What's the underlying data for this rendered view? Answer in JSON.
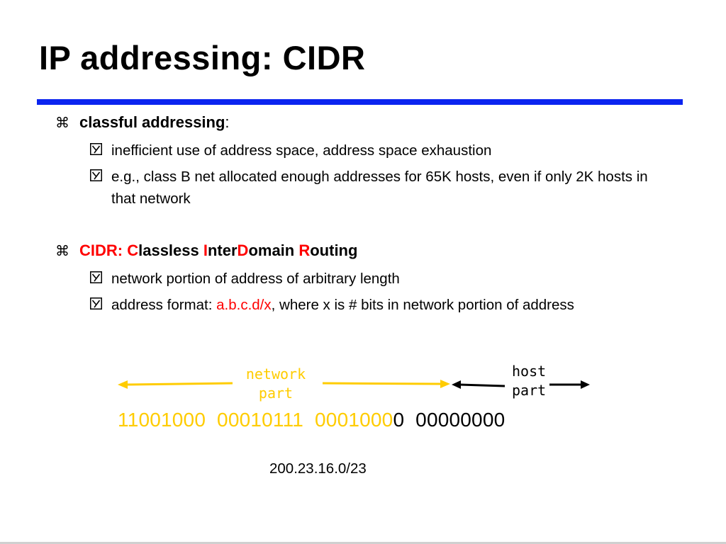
{
  "title": "IP addressing: CIDR",
  "colors": {
    "rule": "#0b24f0",
    "highlight_red": "#ff0000",
    "highlight_yellow": "#ffcc00"
  },
  "icons": {
    "level1_bullet": "command-key-icon",
    "level2_bullet": "checkbox-y-icon"
  },
  "section1": {
    "marker": "⌘",
    "heading": "classful addressing",
    "heading_suffix": ":",
    "items": [
      "inefficient use of address space, address space exhaustion",
      "e.g., class B net allocated enough addresses for 65K hosts, even if only 2K hosts in that network"
    ]
  },
  "section2": {
    "marker": "⌘",
    "heading_prefix": "CIDR: ",
    "heading_parts": [
      {
        "letter": "C",
        "rest": "lassless "
      },
      {
        "letter": "I",
        "rest": "nter"
      },
      {
        "letter": "D",
        "rest": "omain "
      },
      {
        "letter": "R",
        "rest": "outing"
      }
    ],
    "item1": "network portion of address of arbitrary length",
    "item2_prefix": "address format: ",
    "item2_highlight": "a.b.c.d/x",
    "item2_suffix": ", where x is # bits in network portion of address"
  },
  "diagram": {
    "network_label": [
      "network",
      "part"
    ],
    "host_label": [
      "host",
      "part"
    ],
    "binary_network": "11001000  00010111  0001000",
    "binary_host": "0  00000000",
    "address": "200.23.16.0/23"
  }
}
